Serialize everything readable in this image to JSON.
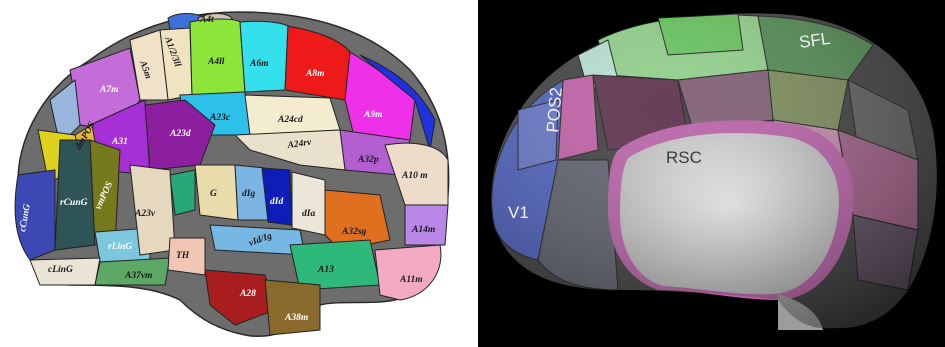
{
  "left": {
    "labels": {
      "a4t": "A4t",
      "a1_2_3ll": "A1/2/3ll",
      "a5m": "A5m",
      "a4ll": "A4ll",
      "a6m": "A6m",
      "a8m": "A8m",
      "a7m": "A7m",
      "a9m": "A9m",
      "a23c": "A23c",
      "a24cd": "A24cd",
      "a31": "A31",
      "a23d": "A23d",
      "dmpos": "dmPOS",
      "a24rv": "A24rv",
      "a32p": "A32p",
      "a10m": "A10 m",
      "vmpos": "vmPOS",
      "rcung": "rCunG",
      "ccung": "cCunG",
      "g": "G",
      "dlg": "dIg",
      "dld": "dId",
      "dla": "dIa",
      "a23v": "A23v",
      "a32sg": "A32sg",
      "a14m": "A14m",
      "vld_lg": "vId/Ig",
      "rling": "rLinG",
      "th": "TH",
      "a13": "A13",
      "cling": "cLinG",
      "a37vm": "A37vm",
      "a11m": "A11m",
      "a28": "A28",
      "a38m": "A38m"
    }
  },
  "right": {
    "labels": {
      "sfl": "SFL",
      "pos2": "POS2",
      "rsc": "RSC",
      "v1": "V1"
    }
  }
}
